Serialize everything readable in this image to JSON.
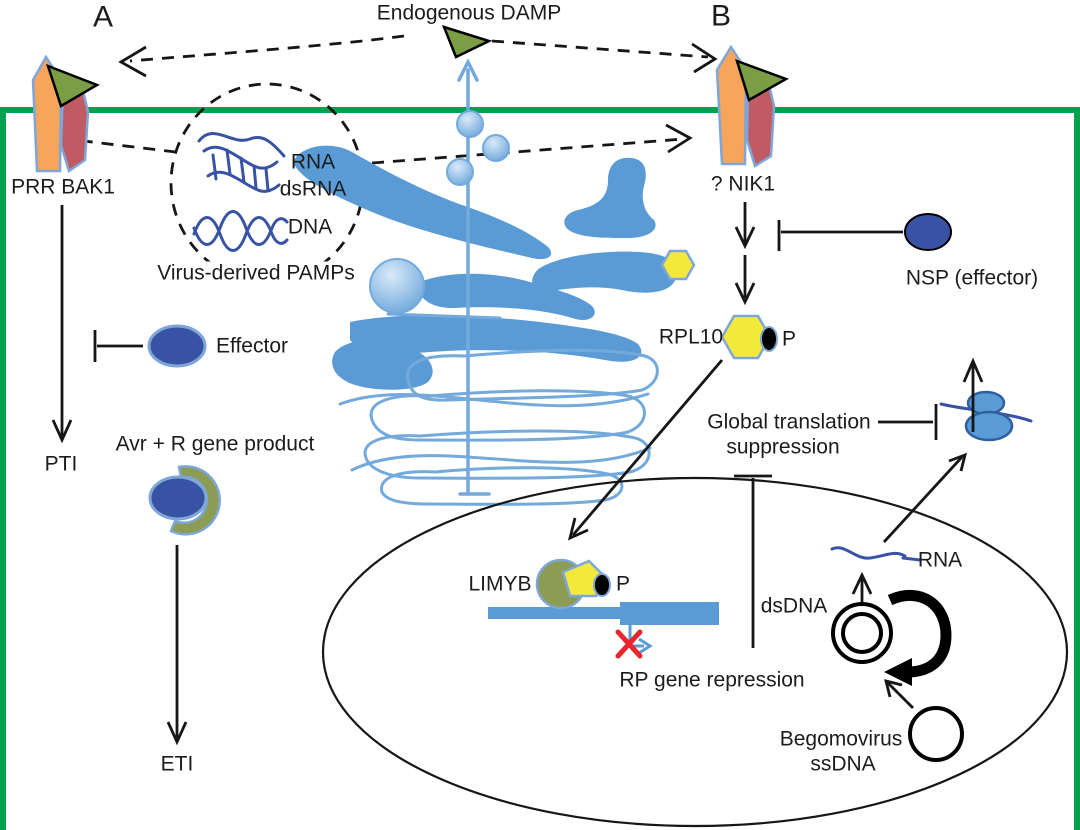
{
  "figure": {
    "type": "plant-antiviral-immunity-pathway-diagram",
    "panels": {
      "a": "PTI / ETI classical immunity",
      "b": "NIK1-mediated antiviral signaling"
    }
  },
  "labels": {
    "panel_a": "A",
    "panel_b": "B",
    "endogenous_damp": "Endogenous DAMP",
    "prr_bak1": "PRR BAK1",
    "rna": "RNA",
    "dsrna": "dsRNA",
    "dna": "DNA",
    "virus_pamps": "Virus-derived PAMPs",
    "effector": "Effector",
    "avr_r": "Avr + R gene product",
    "pti": "PTI",
    "eti": "ETI",
    "nik1": "? NIK1",
    "nsp": "NSP (effector)",
    "rpl10": "RPL10",
    "phospho": "P",
    "global_translation_1": "Global translation",
    "global_translation_2": "suppression",
    "limyb": "LIMYB",
    "rp_repression": "RP gene repression",
    "dsdna": "dsDNA",
    "nuclear_rna": "RNA",
    "begomovirus_1": "Begomovirus",
    "begomovirus_2": "ssDNA"
  },
  "icons": {
    "receptor_pair": "orange-and-red transmembrane receptor",
    "damp_triangle": "green triangle ligand",
    "effector_oval": "dark-blue oval protein",
    "rpl10_hexagon": "yellow hexagon protein",
    "limyb_circle": "olive circle transcription factor",
    "phospho_dot": "black oval phosphate",
    "ribosome": "two stacked blue ellipses on mRNA",
    "viral_dsdna": "double black circle",
    "viral_ssdna": "single black circle",
    "rolling_circle_arrow": "thick black curved arrow",
    "golgi_er": "blue secretory membranes stack",
    "nucleus": "large thin black ellipse",
    "plasma_membrane": "green rectangle border"
  },
  "colors": {
    "membrane-green": "#00A14F",
    "receptor-orange": "#F7A45C",
    "receptor-red": "#C05B63",
    "outline-blue": "#7EA6D9",
    "triangle-green": "#7B9D44",
    "dark-blue": "#3953A4",
    "mid-blue": "#5B9BD5",
    "er-blue": "#74A9DC",
    "hex-yellow": "#F2E93B",
    "olive-green": "#8C9C52",
    "red-x": "#E8262D"
  }
}
